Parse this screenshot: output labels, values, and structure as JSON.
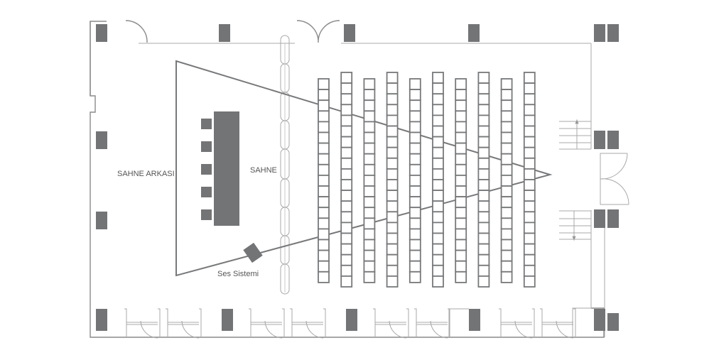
{
  "labels": {
    "backstage": "SAHNE ARKASI",
    "stage": "SAHNE",
    "sound_system": "Ses Sistemi"
  },
  "seating": {
    "columns": [
      19,
      20,
      19,
      20,
      19,
      20,
      19,
      20,
      19,
      20
    ]
  },
  "stage_chairs": 5,
  "colors": {
    "wall": "#8a8a8c",
    "solid": "#737476",
    "seat_stroke": "#77787a"
  }
}
